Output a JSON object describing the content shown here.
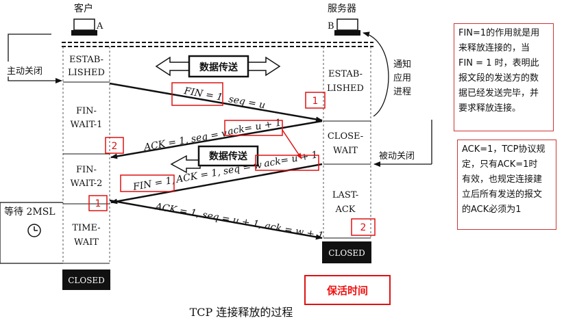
{
  "client": {
    "label": "客户",
    "letter": "A",
    "active_close": "主动关闭",
    "wait_2msl": "等待 2MSL"
  },
  "server": {
    "label": "服务器",
    "letter": "B",
    "notify_app": "通知应用进程",
    "passive_close": "被动关闭"
  },
  "client_states": [
    {
      "l1": "ESTAB-",
      "l2": "LISHED"
    },
    {
      "l1": "FIN-",
      "l2": "WAIT-1"
    },
    {
      "l1": "FIN-",
      "l2": "WAIT-2"
    },
    {
      "l1": "TIME-",
      "l2": "WAIT"
    }
  ],
  "server_states": [
    {
      "l1": "ESTAB-",
      "l2": "LISHED"
    },
    {
      "l1": "CLOSE-",
      "l2": "WAIT"
    },
    {
      "l1": "LAST-",
      "l2": "ACK"
    }
  ],
  "closed_label": "CLOSED",
  "data_transfer": "数据传送",
  "messages": {
    "m1_fin": "FIN = 1",
    "m1_seq": "seq = u",
    "m2_ackseq": "ACK = 1, seq = v",
    "m2_ack": "ack= u + 1",
    "m3_fin": "FIN = 1,",
    "m3_ackseq": "ACK = 1, seq = w",
    "m3_ack": "ack= u + 1",
    "m4": "ACK = 1, seq = u + 1, ack = w + 1"
  },
  "markers": [
    "1",
    "2",
    "1",
    "2"
  ],
  "keepalive_label": "保活时间",
  "caption": "TCP 连接释放的过程",
  "notes": {
    "fin": [
      "FIN=1的作用就是用",
      "来释放连接的，当",
      "FIN = 1 时，表明此",
      "报文段的发送方的数",
      "据已经发送完毕，并",
      "要求释放连接。"
    ],
    "ack": [
      "ACK=1，TCP协议规",
      "定，只有ACK=1时",
      "有效，也规定连接建",
      "立后所有发送的报文",
      "的ACK必须为1"
    ]
  }
}
